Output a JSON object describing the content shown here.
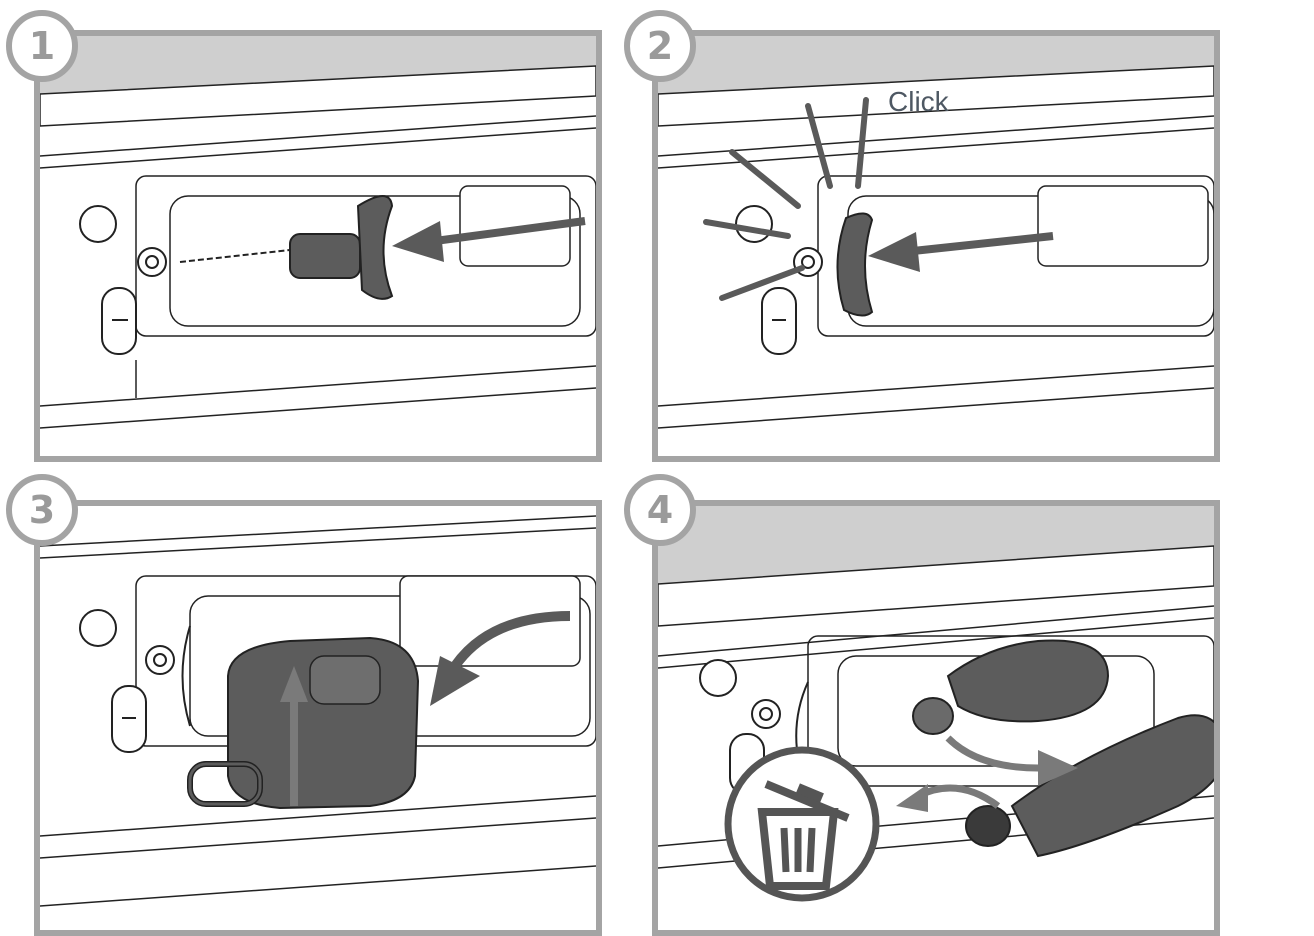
{
  "steps": [
    {
      "number": "1"
    },
    {
      "number": "2",
      "sound_label": "Click"
    },
    {
      "number": "3"
    },
    {
      "number": "4"
    }
  ],
  "colors": {
    "border": "#a4a4a4",
    "part_dark": "#5c5c5c",
    "arrow": "#5a5a5a",
    "line": "#222222"
  },
  "icons": [
    "arrow-left-icon",
    "curved-arrow-icon",
    "arrow-up-icon",
    "trash-can-icon",
    "co2-cartridge-icon"
  ]
}
